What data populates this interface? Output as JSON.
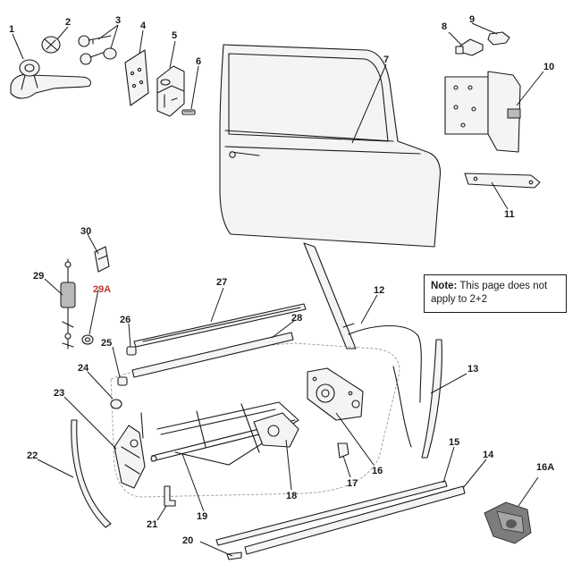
{
  "note": {
    "heading": "Note:",
    "text": "This page does not apply to 2+2"
  },
  "callouts": [
    {
      "id": "c1",
      "text": "1"
    },
    {
      "id": "c2",
      "text": "2"
    },
    {
      "id": "c3",
      "text": "3"
    },
    {
      "id": "c4",
      "text": "4"
    },
    {
      "id": "c5",
      "text": "5"
    },
    {
      "id": "c6",
      "text": "6"
    },
    {
      "id": "c7",
      "text": "7"
    },
    {
      "id": "c8",
      "text": "8"
    },
    {
      "id": "c9",
      "text": "9"
    },
    {
      "id": "c10",
      "text": "10"
    },
    {
      "id": "c11",
      "text": "11"
    },
    {
      "id": "c12",
      "text": "12"
    },
    {
      "id": "c13",
      "text": "13"
    },
    {
      "id": "c14",
      "text": "14"
    },
    {
      "id": "c15",
      "text": "15"
    },
    {
      "id": "c16",
      "text": "16"
    },
    {
      "id": "c16a",
      "text": "16A"
    },
    {
      "id": "c17",
      "text": "17"
    },
    {
      "id": "c18",
      "text": "18"
    },
    {
      "id": "c19",
      "text": "19"
    },
    {
      "id": "c20",
      "text": "20"
    },
    {
      "id": "c21",
      "text": "21"
    },
    {
      "id": "c22",
      "text": "22"
    },
    {
      "id": "c23",
      "text": "23"
    },
    {
      "id": "c24",
      "text": "24"
    },
    {
      "id": "c25",
      "text": "25"
    },
    {
      "id": "c26",
      "text": "26"
    },
    {
      "id": "c27",
      "text": "27"
    },
    {
      "id": "c28",
      "text": "28"
    },
    {
      "id": "c29",
      "text": "29"
    },
    {
      "id": "c29a",
      "text": "29A",
      "color": "#c0392b"
    },
    {
      "id": "c30",
      "text": "30"
    }
  ]
}
